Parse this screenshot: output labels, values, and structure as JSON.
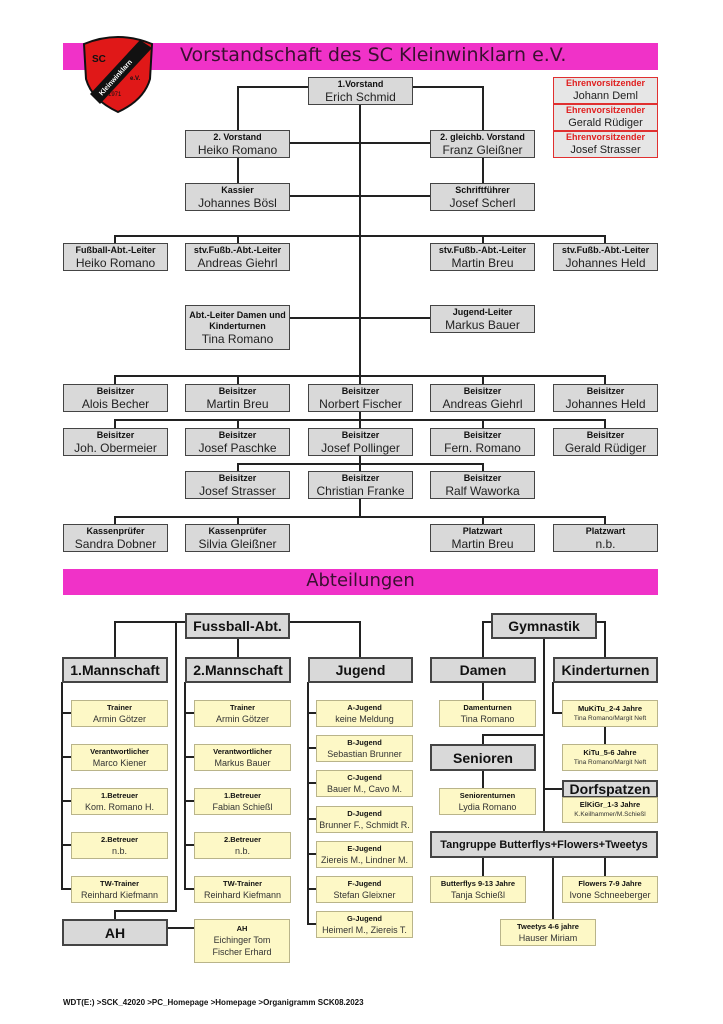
{
  "header": {
    "title": "Vorstandschaft des SC Kleinwinklarn e.V.",
    "logo_text": {
      "sc": "SC",
      "name": "Kleinwinklarn",
      "ev": "e.V.",
      "year": "1971"
    }
  },
  "board": [
    {
      "role": "1.Vorstand",
      "name": "Erich Schmid"
    },
    {
      "role": "2. Vorstand",
      "name": "Heiko Romano"
    },
    {
      "role": "2. gleichb. Vorstand",
      "name": "Franz Gleißner"
    },
    {
      "role": "Kassier",
      "name": "Johannes Bösl"
    },
    {
      "role": "Schriftführer",
      "name": "Josef Scherl"
    },
    {
      "role": "Fußball-Abt.-Leiter",
      "name": "Heiko Romano"
    },
    {
      "role": "stv.Fußb.-Abt.-Leiter",
      "name": "Andreas Giehrl"
    },
    {
      "role": "stv.Fußb.-Abt.-Leiter",
      "name": "Martin Breu"
    },
    {
      "role": "stv.Fußb.-Abt.-Leiter",
      "name": "Johannes Held"
    },
    {
      "role": "Abt.-Leiter Damen und Kinderturnen",
      "name": "Tina Romano"
    },
    {
      "role": "Jugend-Leiter",
      "name": "Markus Bauer"
    },
    {
      "role": "Beisitzer",
      "name": "Alois Becher"
    },
    {
      "role": "Beisitzer",
      "name": "Martin Breu"
    },
    {
      "role": "Beisitzer",
      "name": "Norbert Fischer"
    },
    {
      "role": "Beisitzer",
      "name": "Andreas Giehrl"
    },
    {
      "role": "Beisitzer",
      "name": "Johannes Held"
    },
    {
      "role": "Beisitzer",
      "name": "Joh. Obermeier"
    },
    {
      "role": "Beisitzer",
      "name": "Josef Paschke"
    },
    {
      "role": "Beisitzer",
      "name": "Josef Pollinger"
    },
    {
      "role": "Beisitzer",
      "name": "Fern. Romano"
    },
    {
      "role": "Beisitzer",
      "name": "Gerald Rüdiger"
    },
    {
      "role": "Beisitzer",
      "name": "Josef Strasser"
    },
    {
      "role": "Beisitzer",
      "name": "Christian Franke"
    },
    {
      "role": "Beisitzer",
      "name": "Ralf Waworka"
    },
    {
      "role": "Kassenprüfer",
      "name": "Sandra Dobner"
    },
    {
      "role": "Kassenprüfer",
      "name": "Silvia Gleißner"
    },
    {
      "role": "Platzwart",
      "name": "Martin Breu"
    },
    {
      "role": "Platzwart",
      "name": "n.b."
    }
  ],
  "honorary": [
    {
      "role": "Ehrenvorsitzender",
      "name": "Johann Deml"
    },
    {
      "role": "Ehrenvorsitzender",
      "name": "Gerald Rüdiger"
    },
    {
      "role": "Ehrenvorsitzender",
      "name": "Josef Strasser"
    }
  ],
  "abteilungen_title": "Abteilungen",
  "fussball": {
    "title": "Fussball-Abt.",
    "team1": {
      "title": "1.Mannschaft",
      "staff": [
        {
          "role": "Trainer",
          "name": "Armin Götzer"
        },
        {
          "role": "Verantwortlicher",
          "name": "Marco Kiener"
        },
        {
          "role": "1.Betreuer",
          "name": "Kom. Romano H."
        },
        {
          "role": "2.Betreuer",
          "name": "n.b."
        },
        {
          "role": "TW-Trainer",
          "name": "Reinhard Kiefmann"
        }
      ]
    },
    "team2": {
      "title": "2.Mannschaft",
      "staff": [
        {
          "role": "Trainer",
          "name": "Armin Götzer"
        },
        {
          "role": "Verantwortlicher",
          "name": "Markus Bauer"
        },
        {
          "role": "1.Betreuer",
          "name": "Fabian Schießl"
        },
        {
          "role": "2.Betreuer",
          "name": "n.b."
        },
        {
          "role": "TW-Trainer",
          "name": "Reinhard Kiefmann"
        }
      ]
    },
    "jugend": {
      "title": "Jugend",
      "groups": [
        {
          "role": "A-Jugend",
          "name": "keine Meldung"
        },
        {
          "role": "B-Jugend",
          "name": "Sebastian Brunner"
        },
        {
          "role": "C-Jugend",
          "name": "Bauer M., Cavo M."
        },
        {
          "role": "D-Jugend",
          "name": "Brunner F., Schmidt R."
        },
        {
          "role": "E-Jugend",
          "name": "Ziereis M., Lindner M."
        },
        {
          "role": "F-Jugend",
          "name": "Stefan Gleixner"
        },
        {
          "role": "G-Jugend",
          "name": "Heimerl M., Ziereis T."
        }
      ]
    },
    "ah": {
      "title": "AH",
      "role": "AH",
      "name1": "Eichinger Tom",
      "name2": "Fischer Erhard"
    }
  },
  "gymnastik": {
    "title": "Gymnastik",
    "damen": {
      "title": "Damen",
      "role": "Damenturnen",
      "name": "Tina Romano"
    },
    "kinderturnen": {
      "title": "Kinderturnen",
      "groups": [
        {
          "role": "MuKiTu_2-4 Jahre",
          "name": "Tina Romano/Margit Neft"
        },
        {
          "role": "KiTu_5-6 Jahre",
          "name": "Tina Romano/Margit Neft"
        }
      ]
    },
    "senioren": {
      "title": "Senioren",
      "role": "Seniorenturnen",
      "name": "Lydia Romano"
    },
    "dorfspatzen": {
      "title": "Dorfspatzen",
      "role": "ElKiGr_1-3 Jahre",
      "name": "K.Keilhammer/M.Schießl"
    },
    "tanzgruppe": {
      "title": "Tangruppe Butterflys+Flowers+Tweetys",
      "groups": [
        {
          "role": "Butterflys 9-13 Jahre",
          "name": "Tanja Schießl"
        },
        {
          "role": "Flowers 7-9 Jahre",
          "name": "Ivone Schneeberger"
        },
        {
          "role": "Tweetys 4-6 jahre",
          "name": "Hauser Miriam"
        }
      ]
    }
  },
  "footer": "WDT(E:) >SCK_42020 >PC_Homepage >Homepage >Organigramm SCK08.2023"
}
